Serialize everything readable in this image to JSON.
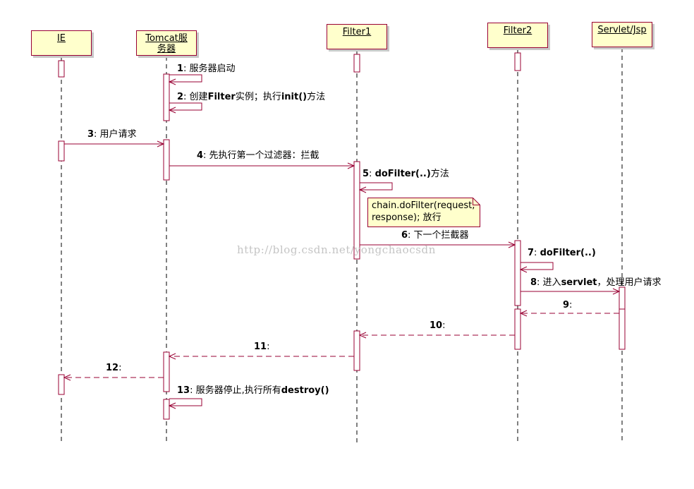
{
  "lanes": [
    {
      "id": "ie",
      "name": "IE"
    },
    {
      "id": "tomcat",
      "name": "Tomcat服务器"
    },
    {
      "id": "filter1",
      "name": "Filter1"
    },
    {
      "id": "filter2",
      "name": "Filter2"
    },
    {
      "id": "servlet",
      "name": "Servlet/Jsp"
    }
  ],
  "messages": [
    {
      "id": "m1",
      "from": "tomcat",
      "to": "tomcat",
      "style": "self",
      "parts": [
        {
          "t": "1",
          "b": true
        },
        {
          "t": ": 服务器启动"
        }
      ]
    },
    {
      "id": "m2",
      "from": "tomcat",
      "to": "tomcat",
      "style": "self",
      "parts": [
        {
          "t": "2",
          "b": true
        },
        {
          "t": ": 创建"
        },
        {
          "t": "Filter",
          "b": true
        },
        {
          "t": "实例；执行"
        },
        {
          "t": "init()",
          "b": true
        },
        {
          "t": "方法"
        }
      ]
    },
    {
      "id": "m3",
      "from": "ie",
      "to": "tomcat",
      "style": "call",
      "parts": [
        {
          "t": "3",
          "b": true
        },
        {
          "t": ": 用户请求"
        }
      ]
    },
    {
      "id": "m4",
      "from": "tomcat",
      "to": "filter1",
      "style": "call",
      "parts": [
        {
          "t": "4",
          "b": true
        },
        {
          "t": ": 先执行第一个过滤器：拦截"
        }
      ]
    },
    {
      "id": "m5",
      "from": "filter1",
      "to": "filter1",
      "style": "self",
      "parts": [
        {
          "t": "5",
          "b": true
        },
        {
          "t": ": "
        },
        {
          "t": "doFilter(..)",
          "b": true
        },
        {
          "t": "方法"
        }
      ]
    },
    {
      "id": "m6",
      "from": "filter1",
      "to": "filter2",
      "style": "call",
      "parts": [
        {
          "t": "6",
          "b": true
        },
        {
          "t": ": 下一个拦截器"
        }
      ]
    },
    {
      "id": "m7",
      "from": "filter2",
      "to": "filter2",
      "style": "self",
      "parts": [
        {
          "t": "7",
          "b": true
        },
        {
          "t": ": "
        },
        {
          "t": "doFilter(..)",
          "b": true
        }
      ]
    },
    {
      "id": "m8",
      "from": "filter2",
      "to": "servlet",
      "style": "call",
      "parts": [
        {
          "t": "8",
          "b": true
        },
        {
          "t": ": 进入"
        },
        {
          "t": "servlet",
          "b": true
        },
        {
          "t": "，处理用户请求"
        }
      ]
    },
    {
      "id": "m9",
      "from": "servlet",
      "to": "filter2",
      "style": "return",
      "parts": [
        {
          "t": "9",
          "b": true
        },
        {
          "t": ":"
        }
      ]
    },
    {
      "id": "m10",
      "from": "filter2",
      "to": "filter1",
      "style": "return",
      "parts": [
        {
          "t": "10",
          "b": true
        },
        {
          "t": ":"
        }
      ]
    },
    {
      "id": "m11",
      "from": "filter1",
      "to": "tomcat",
      "style": "return",
      "parts": [
        {
          "t": "11",
          "b": true
        },
        {
          "t": ":"
        }
      ]
    },
    {
      "id": "m12",
      "from": "tomcat",
      "to": "ie",
      "style": "return",
      "parts": [
        {
          "t": "12",
          "b": true
        },
        {
          "t": ":"
        }
      ]
    },
    {
      "id": "m13",
      "from": "tomcat",
      "to": "tomcat",
      "style": "self",
      "parts": [
        {
          "t": "13",
          "b": true
        },
        {
          "t": ": 服务器停止,执行所有"
        },
        {
          "t": "destroy()",
          "b": true
        }
      ]
    }
  ],
  "activations": [
    {
      "lane": "ie",
      "from": "head",
      "to": "m3",
      "kind": "idle"
    },
    {
      "lane": "ie",
      "from": "m3",
      "to": "m3",
      "kind": "active"
    },
    {
      "lane": "ie",
      "from": "m12",
      "to": "m12",
      "kind": "active"
    },
    {
      "lane": "tomcat",
      "from": "m1",
      "to": "m2",
      "kind": "active"
    },
    {
      "lane": "tomcat",
      "from": "m3",
      "to": "m4",
      "kind": "active"
    },
    {
      "lane": "tomcat",
      "from": "m11",
      "to": "m12",
      "kind": "active"
    },
    {
      "lane": "tomcat",
      "from": "m13",
      "to": "m13",
      "kind": "active"
    },
    {
      "lane": "filter1",
      "from": "head",
      "to": "m1",
      "kind": "idle"
    },
    {
      "lane": "filter1",
      "from": "m4",
      "to": "m6",
      "kind": "active"
    },
    {
      "lane": "filter1",
      "from": "m10",
      "to": "m11",
      "kind": "active"
    },
    {
      "lane": "filter2",
      "from": "head",
      "to": "m1",
      "kind": "idle"
    },
    {
      "lane": "filter2",
      "from": "m6",
      "to": "m8",
      "kind": "active"
    },
    {
      "lane": "filter2",
      "from": "m9",
      "to": "m10",
      "kind": "active"
    },
    {
      "lane": "servlet",
      "from": "m8",
      "to": "m9",
      "kind": "active"
    },
    {
      "lane": "servlet",
      "from": "m9",
      "to": "m10",
      "kind": "active"
    }
  ],
  "note": {
    "attached_to": "filter1",
    "after": "m5",
    "text": "chain.doFilter(request, response); 放行"
  },
  "watermark": "http://blog.csdn.net/yongchaocsdn",
  "colors": {
    "line": "#990033",
    "lifeline": "#000000",
    "head_fill": "#ffffcc",
    "activation_fill": "#ffffff",
    "note_fill": "#ffffcc",
    "watermark": "#c4c4c4"
  }
}
